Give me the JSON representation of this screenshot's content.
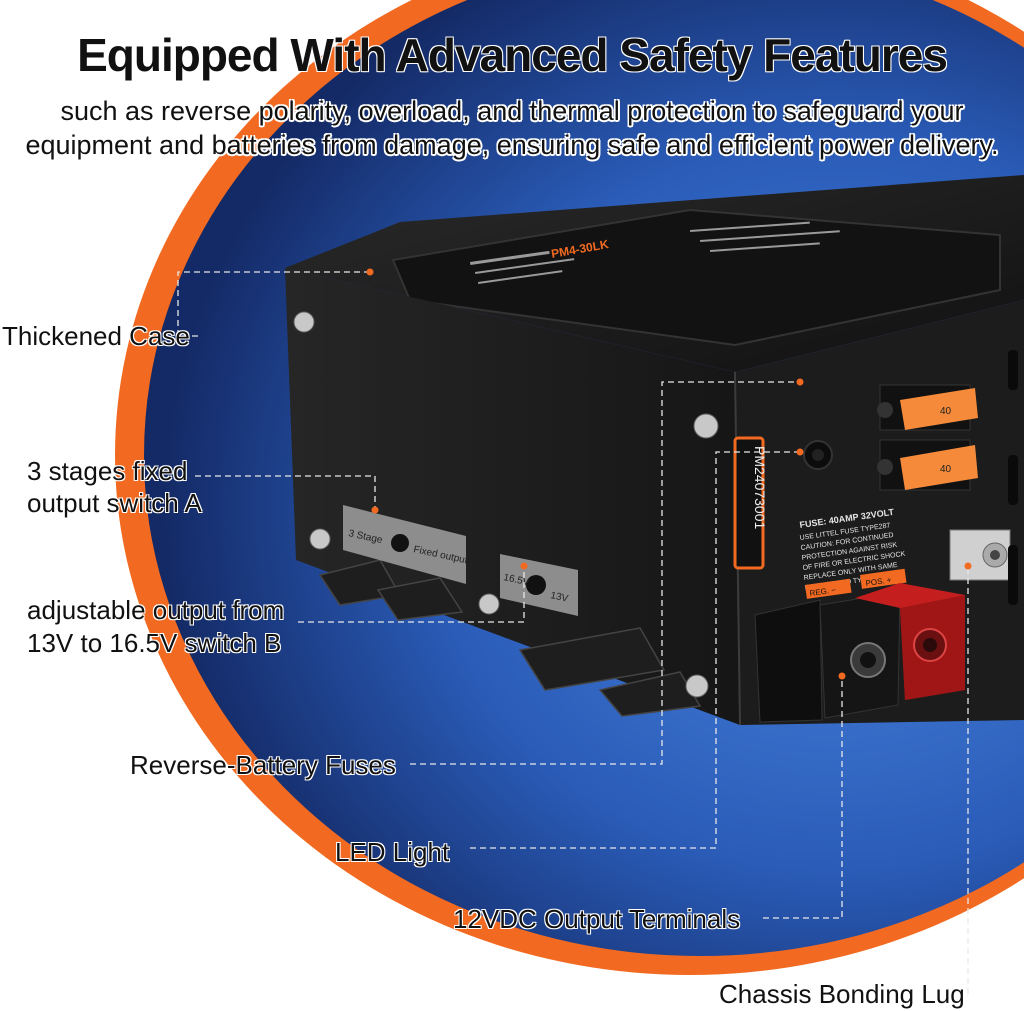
{
  "headline": "Equipped With Advanced Safety Features",
  "subheadline_line1": "such as reverse polarity, overload, and thermal protection to safeguard your",
  "subheadline_line2": "equipment and batteries from damage, ensuring safe and efficient power delivery.",
  "callouts": {
    "thickened_case": "Thickened Case",
    "switch_a_line1": "3 stages fixed",
    "switch_a_line2": "output switch A",
    "switch_b_line1": "adjustable output from",
    "switch_b_line2": "13V to 16.5V switch B",
    "reverse_fuses": "Reverse-Battery Fuses",
    "led_light": "LED Light",
    "output_terminals": "12VDC Output Terminals",
    "bonding_lug": "Chassis Bonding Lug"
  },
  "device_labels": {
    "top_model": "PM4-30LK",
    "serial": "PM24073001",
    "fuse_value_1": "40",
    "fuse_value_2": "40",
    "switch_a_left": "3 Stage",
    "switch_a_right": "Fixed output",
    "switch_b_left": "16.5V",
    "switch_b_right": "13V",
    "fuse_note_title": "FUSE: 40AMP 32VOLT",
    "fuse_note_line1": "USE LITTEL FUSE TYPE287",
    "fuse_note_line2": "CAUTION: FOR CONTINUED",
    "fuse_note_line3": "PROTECTION AGAINST RISK",
    "fuse_note_line4": "OF FIRE OR ELECTRIC SHOCK",
    "fuse_note_line5": "REPLACE ONLY WITH SAME",
    "fuse_note_line6": "RATINGS AND TYPE OF FUSE.",
    "terminal_neg": "REG. −",
    "terminal_pos": "POS. +"
  },
  "colors": {
    "accent_orange": "#f26a21",
    "backdrop_blue": "#2e5fb5",
    "case_black": "#1a1a1a"
  }
}
